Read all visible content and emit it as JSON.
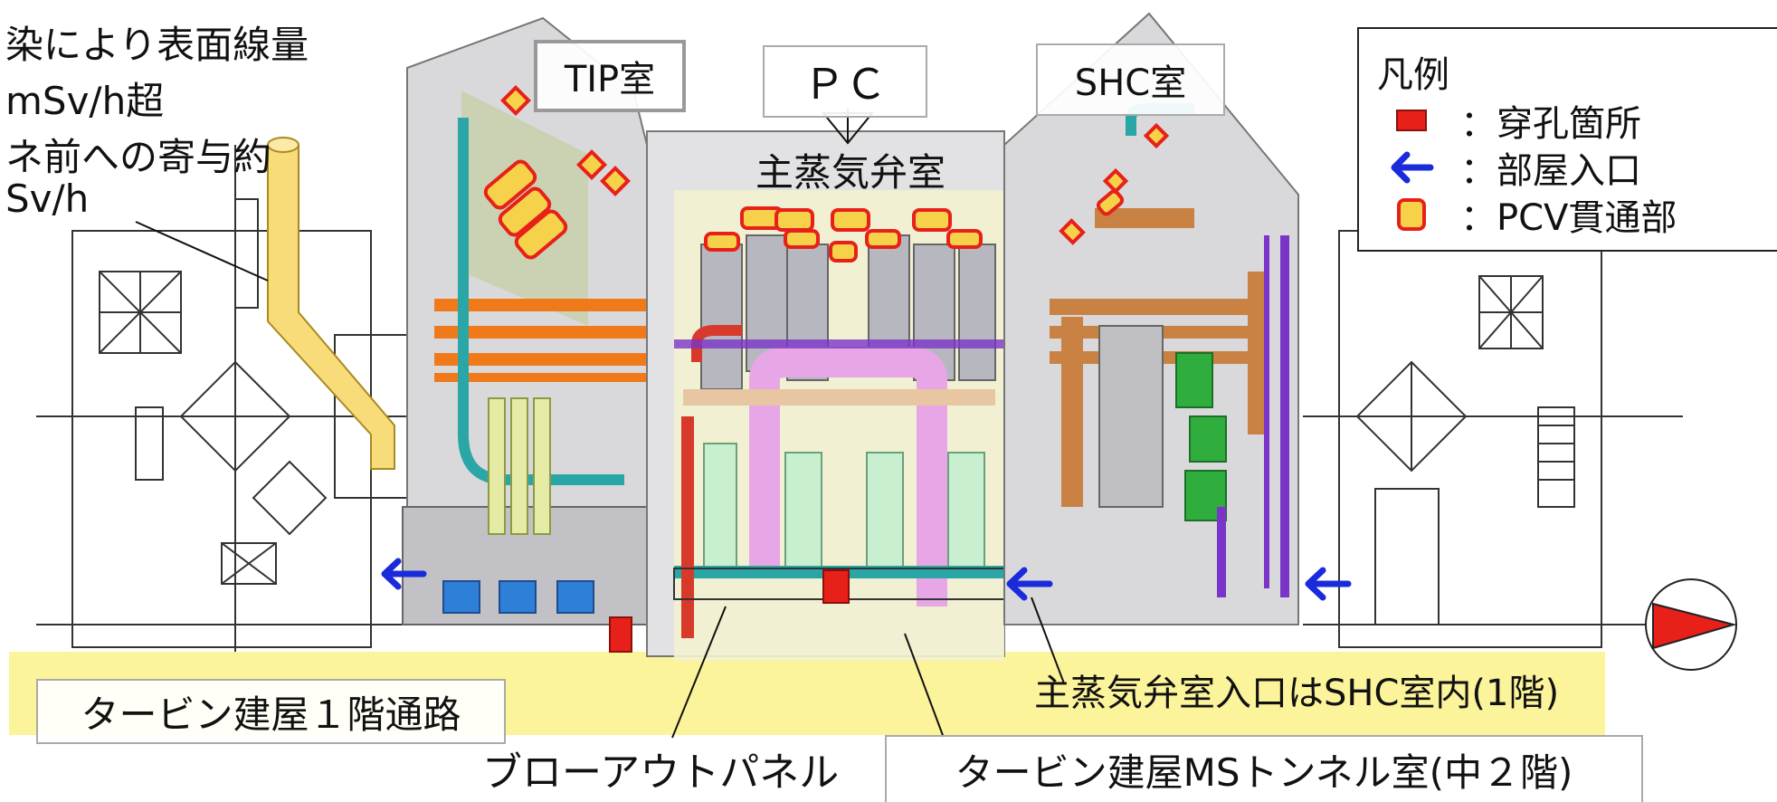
{
  "note": {
    "lines": [
      "染により表面線量",
      "mSv/h超",
      "ネ前への寄与約",
      "Sv/h"
    ]
  },
  "rooms": {
    "tip": "TIP室",
    "pc": "ＰＣ",
    "msiv": "主蒸気弁室",
    "shc": "SHC室"
  },
  "legend": {
    "title": "凡例",
    "items": [
      {
        "label": "：穿孔箇所",
        "icon": "red-rectangle-icon",
        "color": "#e8201a"
      },
      {
        "label": "：部屋入口",
        "icon": "blue-arrow-icon",
        "color": "#1a2bdc"
      },
      {
        "label": "：PCV貫通部",
        "icon": "pcv-penetration-icon",
        "color": "#f6d24a"
      }
    ]
  },
  "labels": {
    "turbine_corridor": "タービン建屋１階通路",
    "msiv_entrance": "主蒸気弁室入口はSHC室内(1階)",
    "blowout_panel": "ブローアウトパネル",
    "ms_tunnel": "タービン建屋MSトンネル室(中２階)"
  },
  "colors": {
    "yellow_band": "#fbf49a",
    "orange_pipe": "#f07a1a",
    "pink_pipe": "#e7a6e6",
    "mint_pipe": "#c8f0d0",
    "teal_pipe": "#2aa6a6",
    "brown_pipe": "#c98243",
    "green_valve": "#2fae3e",
    "purple_pipe": "#7a35c8",
    "wall_gray": "#cfcfd2"
  }
}
